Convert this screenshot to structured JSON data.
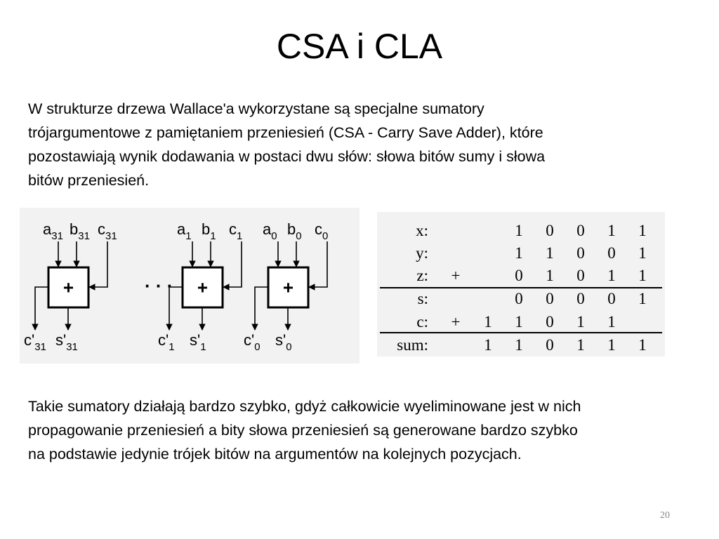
{
  "slide": {
    "title": "CSA i CLA",
    "number": "20",
    "paragraph1": [
      "W strukturze drzewa Wallace'a wykorzystane są specjalne sumatory",
      "trójargumentowe z pamiętaniem przeniesień (CSA - Carry Save Adder), które",
      "pozostawiają wynik dodawania w postaci dwu słów: słowa bitów sumy i słowa",
      "bitów przeniesień."
    ],
    "paragraph2": [
      "Takie sumatory działają bardzo szybko, gdyż całkowicie wyeliminowane jest w nich",
      "propagowanie przeniesień a bity słowa przeniesień są generowane bardzo szybko",
      "na podstawie jedynie trójek bitów na argumentów na kolejnych pozycjach."
    ]
  },
  "diagram": {
    "ellipsis": "· · ·",
    "blocks": [
      {
        "op": "+",
        "inputs": [
          {
            "base": "a",
            "sub": "31"
          },
          {
            "base": "b",
            "sub": "31"
          },
          {
            "base": "c",
            "sub": "31"
          }
        ],
        "outputs": [
          {
            "base": "c'",
            "sub": "31"
          },
          {
            "base": "s'",
            "sub": "31"
          }
        ]
      },
      {
        "op": "+",
        "inputs": [
          {
            "base": "a",
            "sub": "1"
          },
          {
            "base": "b",
            "sub": "1"
          },
          {
            "base": "c",
            "sub": "1"
          }
        ],
        "outputs": [
          {
            "base": "c'",
            "sub": "1"
          },
          {
            "base": "s'",
            "sub": "1"
          }
        ]
      },
      {
        "op": "+",
        "inputs": [
          {
            "base": "a",
            "sub": "0"
          },
          {
            "base": "b",
            "sub": "0"
          },
          {
            "base": "c",
            "sub": "0"
          }
        ],
        "outputs": [
          {
            "base": "c'",
            "sub": "0"
          },
          {
            "base": "s'",
            "sub": "0"
          }
        ]
      }
    ]
  },
  "table": {
    "rows": [
      {
        "label": "x:",
        "op": "",
        "bits": [
          "",
          "1",
          "0",
          "0",
          "1",
          "1"
        ]
      },
      {
        "label": "y:",
        "op": "",
        "bits": [
          "",
          "1",
          "1",
          "0",
          "0",
          "1"
        ]
      },
      {
        "label": "z:",
        "op": "+",
        "bits": [
          "",
          "0",
          "1",
          "0",
          "1",
          "1"
        ]
      },
      {
        "label": "s:",
        "op": "",
        "bits": [
          "",
          "0",
          "0",
          "0",
          "0",
          "1"
        ]
      },
      {
        "label": "c:",
        "op": "+",
        "bits": [
          "1",
          "1",
          "0",
          "1",
          "1",
          ""
        ]
      },
      {
        "label": "sum:",
        "op": "",
        "bits": [
          "1",
          "1",
          "0",
          "1",
          "1",
          "1"
        ]
      }
    ]
  }
}
